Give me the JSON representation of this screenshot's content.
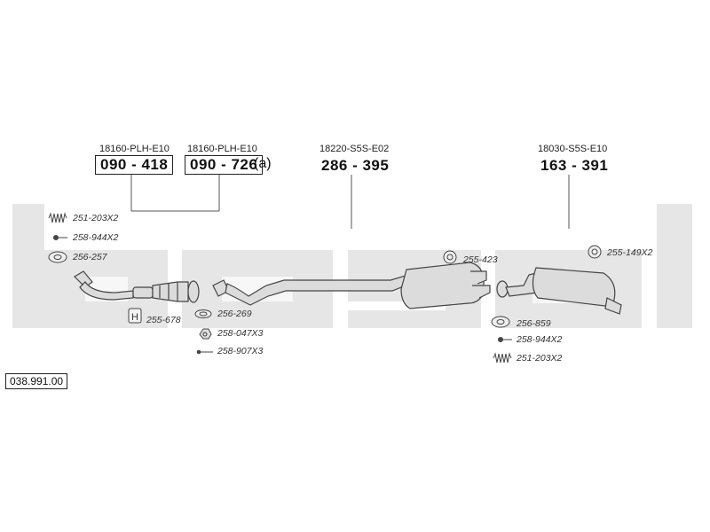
{
  "watermark": {
    "brand": "bosal",
    "color": "#e6e6e6"
  },
  "callouts": [
    {
      "id": "c1",
      "ref": "18160-PLH-E10",
      "part": "090 - 418",
      "suffix": ""
    },
    {
      "id": "c2",
      "ref": "18160-PLH-E10",
      "part": "090 - 726",
      "suffix": "(a)"
    },
    {
      "id": "c3",
      "ref": "18220-S5S-E02",
      "part": "286 - 395",
      "suffix": ""
    },
    {
      "id": "c4",
      "ref": "18030-S5S-E10",
      "part": "163 - 391",
      "suffix": ""
    }
  ],
  "accessories": [
    {
      "code": "251-203X2",
      "icon": "spring-icon"
    },
    {
      "code": "258-944X2",
      "icon": "bolt-icon"
    },
    {
      "code": "256-257",
      "icon": "gasket-icon"
    },
    {
      "code": "255-678",
      "icon": "hanger-icon"
    },
    {
      "code": "256-269",
      "icon": "ring-gasket-icon"
    },
    {
      "code": "258-047X3",
      "icon": "nut-icon"
    },
    {
      "code": "258-907X3",
      "icon": "stud-icon"
    },
    {
      "code": "255-423",
      "icon": "rubber-mount-icon"
    },
    {
      "code": "255-149X2",
      "icon": "rubber-mount-icon"
    },
    {
      "code": "256-859",
      "icon": "gasket-icon"
    },
    {
      "code": "258-944X2",
      "icon": "bolt-icon"
    },
    {
      "code": "251-203X2",
      "icon": "spring-icon"
    }
  ],
  "diagram_number": "038.991.00",
  "colors": {
    "line": "#333333",
    "part_fill": "#d8d8d8",
    "part_stroke": "#444444"
  }
}
